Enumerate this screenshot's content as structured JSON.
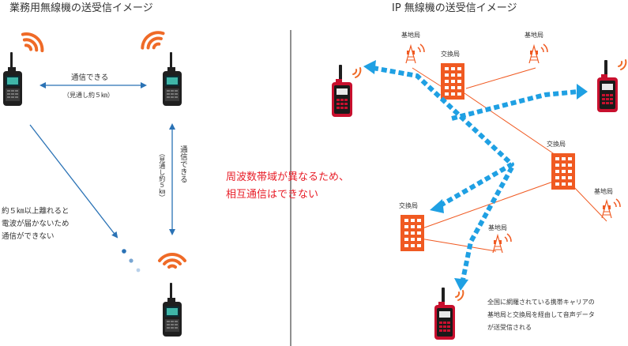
{
  "left": {
    "title": "業務用無線機の送受信イメージ",
    "comm_ok": "通信できる",
    "line_of_sight": "（見通し約５㎞）",
    "comm_ok_vertical": "通信できる",
    "line_of_sight_vertical": "（見通し約５㎞）",
    "far_note": [
      "約５㎞以上離れると",
      "電波が届かないため",
      "通信ができない"
    ]
  },
  "center": {
    "note": [
      "周波数帯域が異なるため、",
      "相互通信はできない"
    ]
  },
  "right": {
    "title": "IP 無線機の送受信イメージ",
    "base_station_label": "基地局",
    "exchange_label": "交換局",
    "description": [
      "全国に網羅されている携帯キャリアの",
      "基地局と交換局を経由して音声データ",
      "が送受信される"
    ]
  },
  "colors": {
    "signal_orange": "#ef6a27",
    "arrow_blue": "#2a72b5",
    "dashed_blue": "#1fa0e3",
    "radio_dark": "#1f1f1f",
    "radio_red": "#c8102e",
    "building_orange": "#f05a22",
    "divider": "#555555",
    "warning_red": "#e8202a"
  }
}
